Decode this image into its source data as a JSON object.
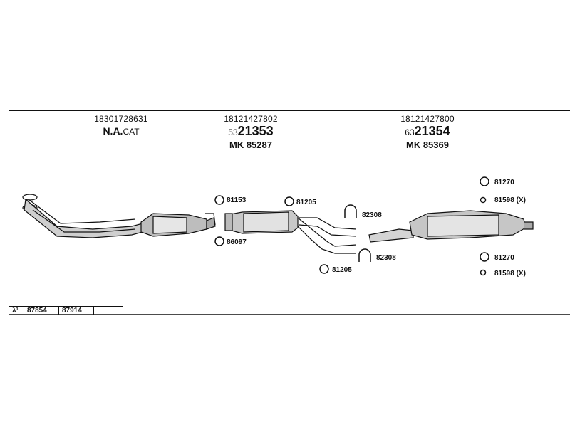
{
  "headers": [
    {
      "part_number": "18301728631",
      "line2_bold": "N.A.",
      "line2_suffix": "CAT",
      "line3": ""
    },
    {
      "part_number": "18121427802",
      "line2_small": "53",
      "line2_big": "21353",
      "line3": "MK 85287"
    },
    {
      "part_number": "18121427800",
      "line2_small": "63",
      "line2_big": "21354",
      "line3": "MK 85369"
    }
  ],
  "part_labels": {
    "p81153": "81153",
    "p86097": "86097",
    "p81205a": "81205",
    "p81205b": "81205",
    "p82308a": "82308",
    "p82308b": "82308",
    "p81270a": "81270",
    "p81598a": "81598 (X)",
    "p81270b": "81270",
    "p81598b": "81598 (X)"
  },
  "lambda_table": {
    "symbol": "λ¹",
    "cells": [
      "87854",
      "87914",
      ""
    ]
  },
  "colors": {
    "line": "#111111",
    "part_fill": "#d8d8d8",
    "shade": "#9a9a9a"
  }
}
